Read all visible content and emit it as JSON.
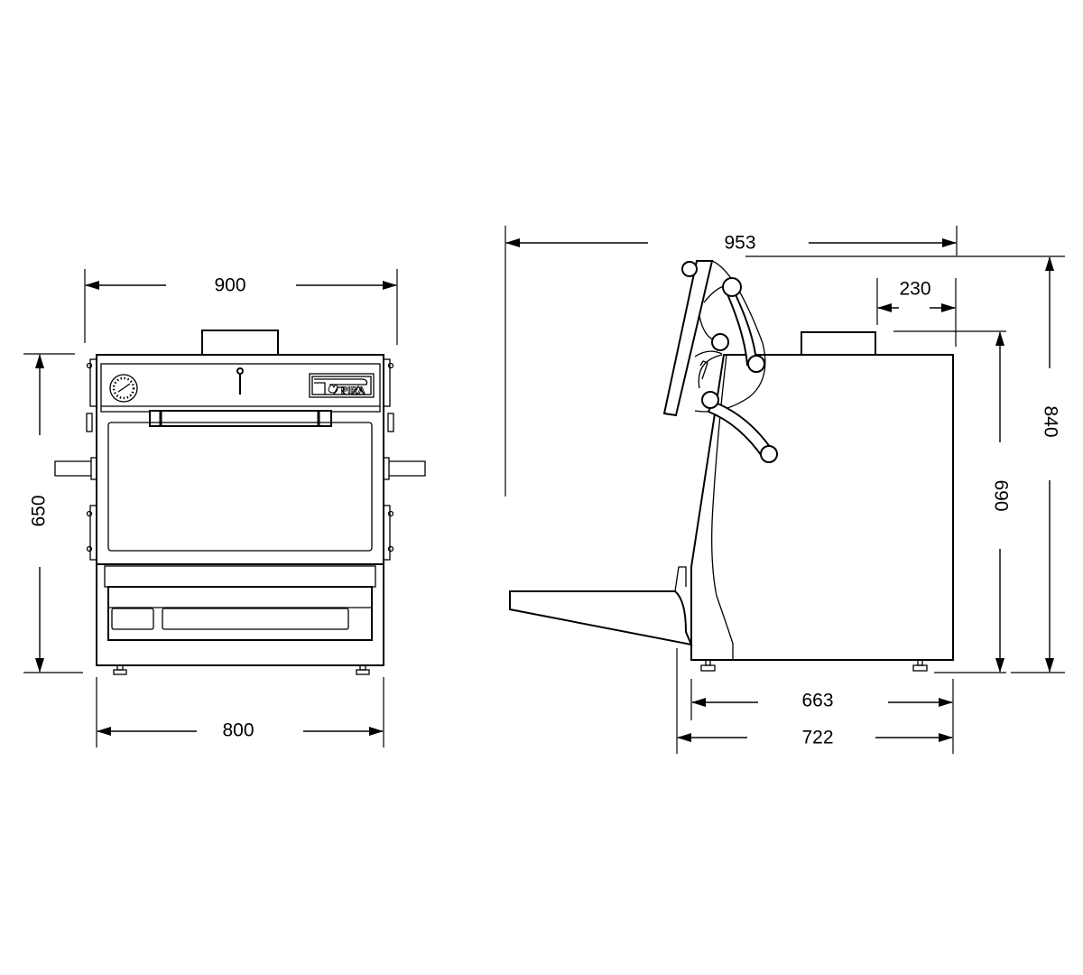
{
  "front_view": {
    "dimensions": {
      "overall_width": "900",
      "body_width": "800",
      "height": "650"
    },
    "logo_text": "PIRA"
  },
  "side_view": {
    "dimensions": {
      "open_depth": "953",
      "chimney_offset": "230",
      "overall_height": "840",
      "body_height": "690",
      "body_depth": "663",
      "overall_depth": "722"
    }
  },
  "colors": {
    "line": "#000000",
    "background": "#ffffff"
  }
}
